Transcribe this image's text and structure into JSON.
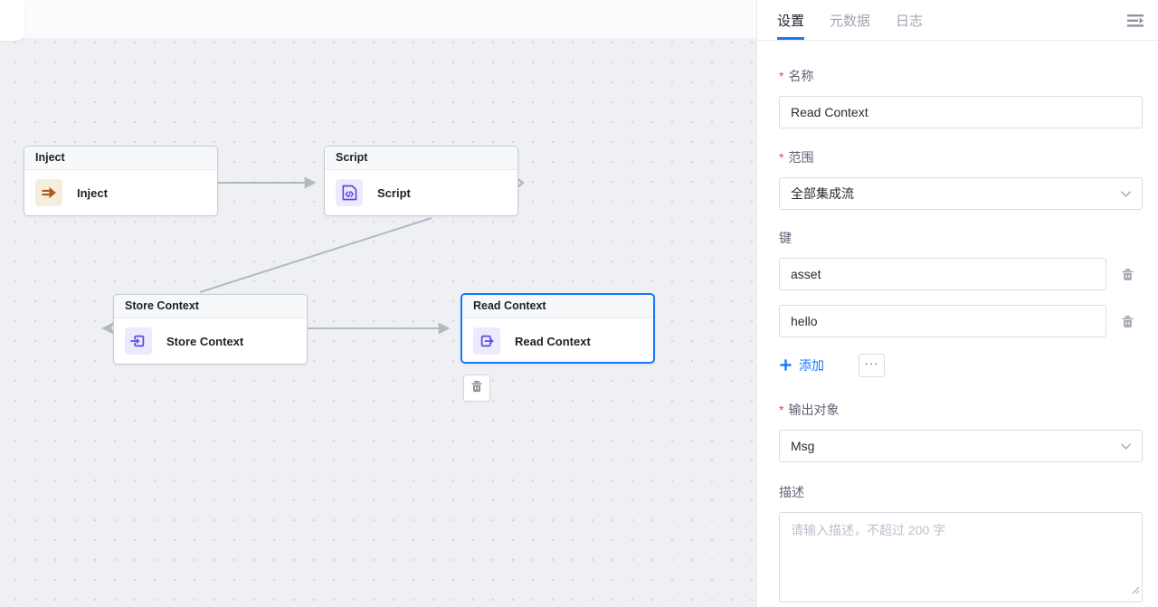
{
  "colors": {
    "accent_blue": "#1677ff",
    "required_red": "#f53f3f",
    "node_purple": "#5a4be0",
    "inject_orange": "#b4591e",
    "edge_gray": "#b4b8c2"
  },
  "canvas": {
    "nodes": [
      {
        "title": "Inject",
        "label": "Inject",
        "selected": false
      },
      {
        "title": "Script",
        "label": "Script",
        "selected": false
      },
      {
        "title": "Store Context",
        "label": "Store Context",
        "selected": false
      },
      {
        "title": "Read Context",
        "label": "Read Context",
        "selected": true
      }
    ]
  },
  "panel": {
    "tabs": [
      {
        "label": "设置",
        "active": true
      },
      {
        "label": "元数据",
        "active": false
      },
      {
        "label": "日志",
        "active": false
      }
    ],
    "name_label": "名称",
    "name_value": "Read Context",
    "scope_label": "范围",
    "scope_value": "全部集成流",
    "key_label": "键",
    "key_values": [
      "asset",
      "hello"
    ],
    "add_label": "添加",
    "more_label": "···",
    "output_label": "输出对象",
    "output_value": "Msg",
    "desc_label": "描述",
    "desc_placeholder": "请输入描述，不超过 200 字"
  }
}
